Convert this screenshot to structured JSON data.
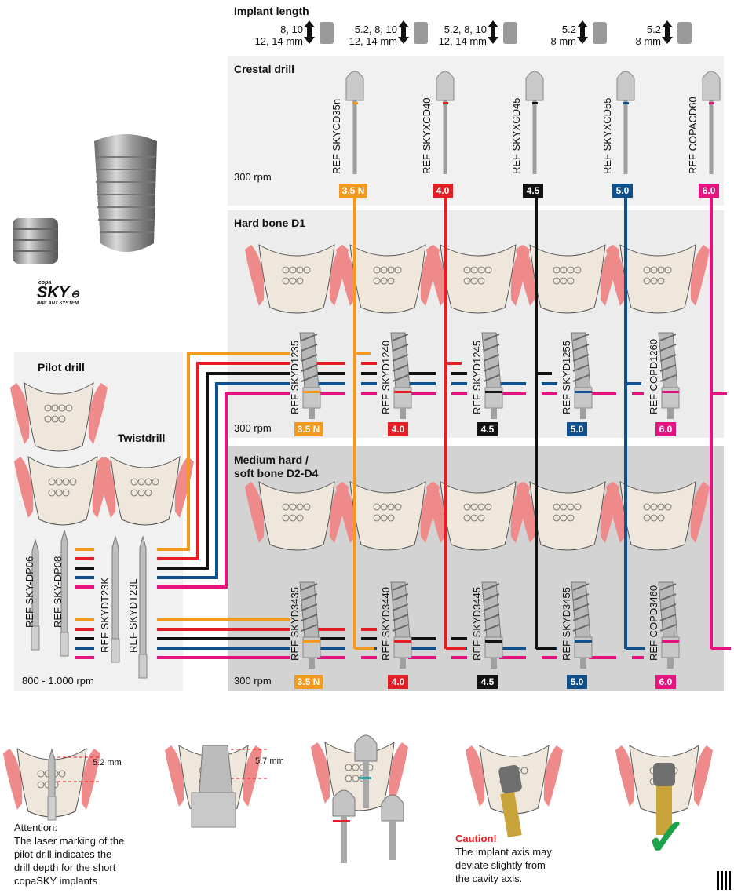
{
  "header": {
    "implant_length_title": "Implant length",
    "lengths": [
      {
        "line1": "8, 10",
        "line2": "12, 14 mm"
      },
      {
        "line1": "5.2,  8, 10",
        "line2": "12, 14 mm"
      },
      {
        "line1": "5.2,  8, 10",
        "line2": "12, 14 mm"
      },
      {
        "line1": "5.2",
        "line2": "8 mm"
      },
      {
        "line1": "5.2",
        "line2": "8 mm"
      }
    ]
  },
  "brand": {
    "small": "copa",
    "name": "SKY",
    "sub": "IMPLANT SYSTEM"
  },
  "crestal": {
    "title": "Crestal drill",
    "rpm": "300 rpm",
    "refs": [
      "REF SKYCD35n",
      "REF SKYXCD40",
      "REF SKYXCD45",
      "REF SKYXCD55",
      "REF COPACD60"
    ]
  },
  "hard": {
    "title": "Hard bone D1",
    "rpm": "300 rpm",
    "refs": [
      "REF SKYD1235",
      "REF SKYD1240",
      "REF SKYD1245",
      "REF SKYD1255",
      "REF COPD1260"
    ]
  },
  "medium": {
    "title_line1": "Medium hard /",
    "title_line2": "soft bone D2-D4",
    "rpm": "300 rpm",
    "refs": [
      "REF SKYD3435",
      "REF SKYD3440",
      "REF SKYD3445",
      "REF SKYD3455",
      "REF COPD3460"
    ]
  },
  "sizes": [
    "3.5 N",
    "4.0",
    "4.5",
    "5.0",
    "6.0"
  ],
  "size_colors": [
    "#f39a1e",
    "#e31e24",
    "#111111",
    "#0e4f8c",
    "#e5137f"
  ],
  "pilot": {
    "title": "Pilot drill",
    "twist_title": "Twistdrill",
    "refs": [
      "REF SKY-DP06",
      "REF SKY-DP08",
      "REF SKYDT23K",
      "REF SKYDT23L"
    ],
    "rpm": "800 - 1.000 rpm"
  },
  "bottom": {
    "depth1": "5.2 mm",
    "depth2": "5.7 mm",
    "attention": "Attention:",
    "attention_text": [
      "The laser marking of the",
      "pilot drill indicates the",
      "drill depth for the short",
      "copaSKY implants"
    ],
    "caution": "Caution!",
    "caution_text": [
      "The implant axis may",
      "deviate slightly from",
      "the cavity axis."
    ],
    "check_icon": "checkmark-icon"
  }
}
